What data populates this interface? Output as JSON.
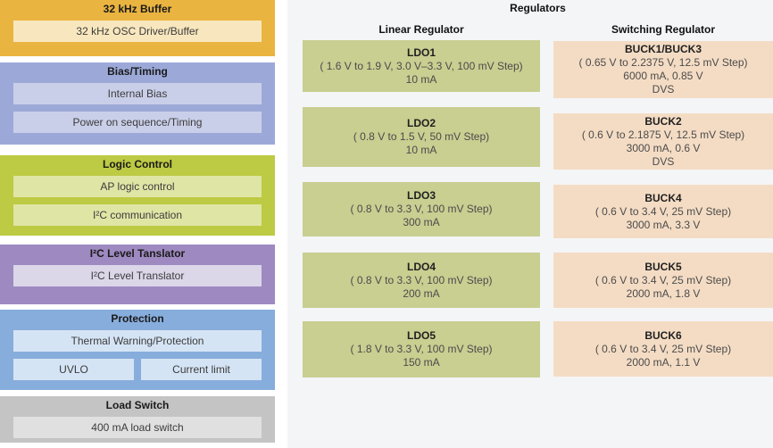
{
  "page": {
    "background": "#ffffff",
    "panel_bg": "#f4f5f7"
  },
  "left_blocks": [
    {
      "title": "32 kHz Buffer",
      "color": "#eab440",
      "inner_color": "#f8e7be",
      "items": [
        "32 kHz OSC Driver/Buffer"
      ]
    },
    {
      "title": "Bias/Timing",
      "color": "#9ca9d8",
      "inner_color": "#cacfe9",
      "items": [
        "Internal Bias",
        "Power on sequence/Timing"
      ]
    },
    {
      "title": "Logic Control",
      "color": "#bdca43",
      "inner_color": "#dfe5a5",
      "items": [
        "AP logic control",
        "I²C communication"
      ]
    },
    {
      "title": "I²C Level Tanslator",
      "color": "#9e89c0",
      "inner_color": "#dbd6e8",
      "items": [
        "I²C Level Translator"
      ]
    },
    {
      "title": "Protection",
      "color": "#87addc",
      "inner_color": "#d5e4f5",
      "items": [
        "Thermal Warning/Protection",
        "UVLO",
        "Current limit"
      ]
    },
    {
      "title": "Load Switch",
      "color": "#c4c4c4",
      "inner_color": "#e0e0e0",
      "items": [
        "400 mA load switch"
      ]
    }
  ],
  "regulators": {
    "title": "Regulators",
    "linear": {
      "header": "Linear Regulator",
      "box_color": "#c9ce91",
      "boxes": [
        {
          "name": "LDO1",
          "lines": [
            "( 1.6 V to 1.9 V, 3.0 V–3.3 V, 100 mV Step)",
            "10 mA"
          ]
        },
        {
          "name": "LDO2",
          "lines": [
            "( 0.8 V to 1.5 V, 50 mV Step)",
            "10 mA"
          ]
        },
        {
          "name": "LDO3",
          "lines": [
            "( 0.8 V to 3.3 V, 100 mV Step)",
            "300 mA"
          ]
        },
        {
          "name": "LDO4",
          "lines": [
            "( 0.8 V to 3.3 V, 100 mV Step)",
            "200 mA"
          ]
        },
        {
          "name": "LDO5",
          "lines": [
            "( 1.8 V to 3.3 V, 100 mV Step)",
            "150 mA"
          ]
        }
      ]
    },
    "switching": {
      "header": "Switching Regulator",
      "box_color": "#f4dcc4",
      "boxes": [
        {
          "name": "BUCK1/BUCK3",
          "lines": [
            "( 0.65 V to 2.2375 V, 12.5 mV Step)",
            "6000 mA, 0.85 V",
            "DVS"
          ]
        },
        {
          "name": "BUCK2",
          "lines": [
            "( 0.6 V to 2.1875 V, 12.5 mV Step)",
            "3000 mA, 0.6 V",
            "DVS"
          ]
        },
        {
          "name": "BUCK4",
          "lines": [
            "( 0.6 V to 3.4 V, 25 mV Step)",
            "3000 mA, 3.3 V"
          ]
        },
        {
          "name": "BUCK5",
          "lines": [
            "( 0.6 V to 3.4 V, 25 mV Step)",
            "2000 mA, 1.8 V"
          ]
        },
        {
          "name": "BUCK6",
          "lines": [
            "( 0.6 V to 3.4 V, 25 mV Step)",
            "2000 mA, 1.1 V"
          ]
        }
      ]
    }
  }
}
